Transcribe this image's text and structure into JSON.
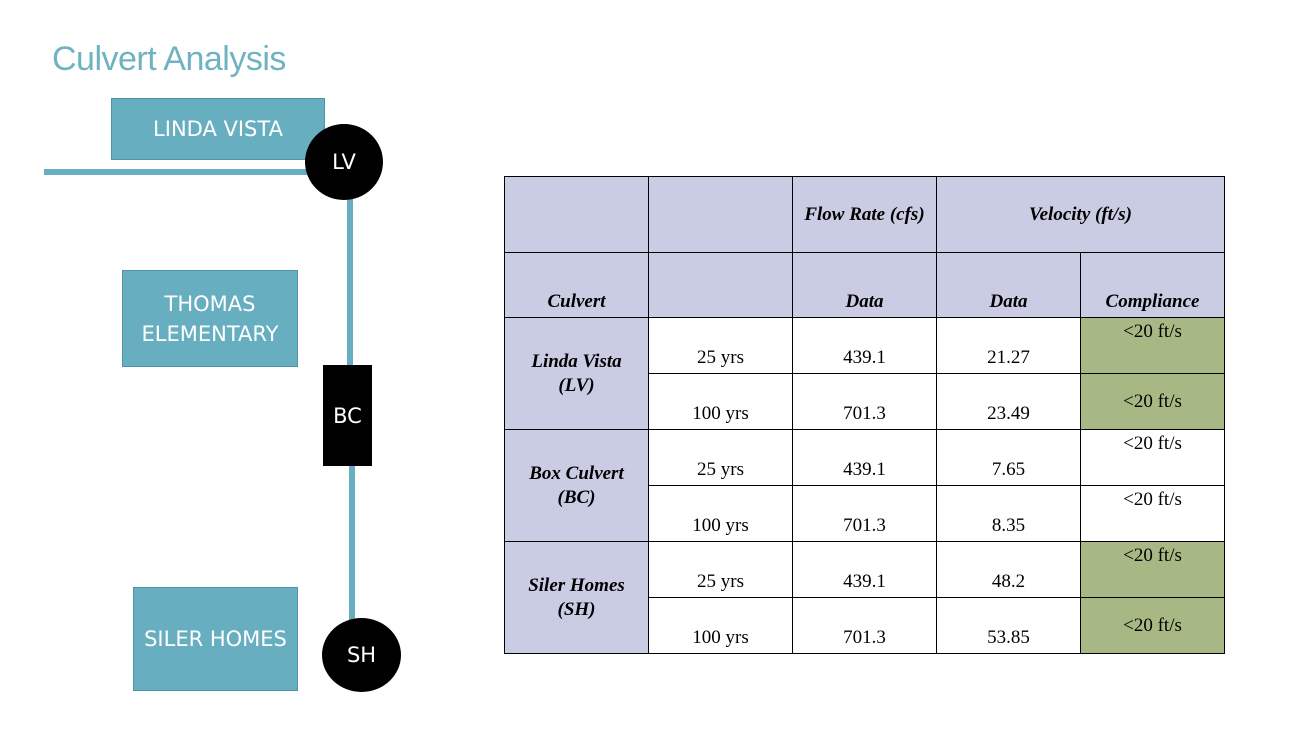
{
  "page": {
    "title": "Culvert Analysis"
  },
  "diagram": {
    "locations": {
      "linda_vista": "LINDA VISTA",
      "thomas_elementary": [
        "THOMAS",
        "ELEMENTARY"
      ],
      "siler_homes": "SILER HOMES"
    },
    "nodes": {
      "lv": "LV",
      "bc": "BC",
      "sh": "SH"
    }
  },
  "table": {
    "headers": {
      "flow_rate": "Flow Rate (cfs)",
      "velocity": "Velocity (ft/s)",
      "culvert": "Culvert",
      "data_flow": "Data",
      "data_velocity": "Data",
      "compliance": "Compliance"
    },
    "groups": [
      {
        "name_line1": "Linda Vista",
        "name_line2": "(LV)",
        "rows": [
          {
            "period": "25 yrs",
            "flow": "439.1",
            "velocity": "21.27",
            "compliance": "<20 ft/s",
            "fill": "#a8b884"
          },
          {
            "period": "100 yrs",
            "flow": "701.3",
            "velocity": "23.49",
            "compliance": "<20 ft/s",
            "fill": "#a8b884"
          }
        ]
      },
      {
        "name_line1": "Box Culvert",
        "name_line2": "(BC)",
        "rows": [
          {
            "period": "25 yrs",
            "flow": "439.1",
            "velocity": "7.65",
            "compliance": "<20 ft/s",
            "fill": "#ffffff"
          },
          {
            "period": "100 yrs",
            "flow": "701.3",
            "velocity": "8.35",
            "compliance": "<20 ft/s",
            "fill": "#ffffff"
          }
        ]
      },
      {
        "name_line1": "Siler Homes",
        "name_line2": "(SH)",
        "rows": [
          {
            "period": "25 yrs",
            "flow": "439.1",
            "velocity": "48.2",
            "compliance": "<20 ft/s",
            "fill": "#a8b884"
          },
          {
            "period": "100 yrs",
            "flow": "701.3",
            "velocity": "53.85",
            "compliance": "<20 ft/s",
            "fill": "#a8b884"
          }
        ]
      }
    ]
  }
}
